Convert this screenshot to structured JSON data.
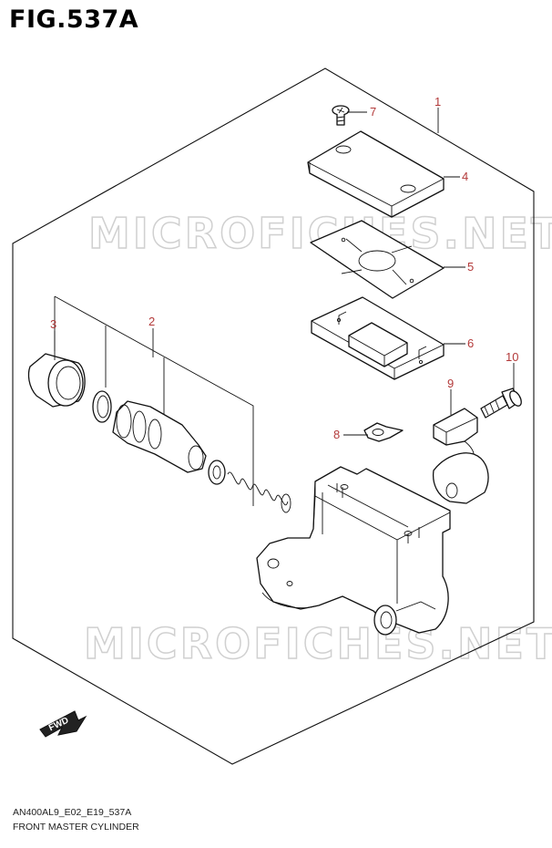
{
  "header": {
    "title": "FIG.537A"
  },
  "footer": {
    "code": "AN400AL9_E02_E19_537A",
    "caption": "FRONT MASTER CYLINDER"
  },
  "watermark": {
    "text": "MICROFICHES.NET"
  },
  "fwd_label": "FWD",
  "callouts": {
    "c1": "1",
    "c2": "2",
    "c3": "3",
    "c4": "4",
    "c5": "5",
    "c6": "6",
    "c7": "7",
    "c8": "8",
    "c9": "9",
    "c10": "10"
  },
  "colors": {
    "callout": "#b33a3a",
    "watermark": "#d0d0d0",
    "line": "#111111"
  }
}
